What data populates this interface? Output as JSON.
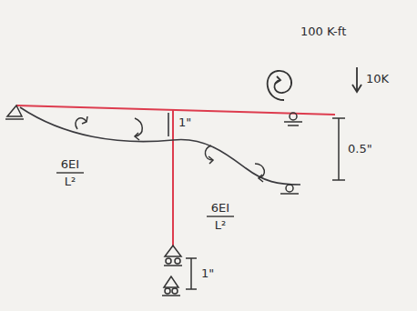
{
  "diagram": {
    "labels": [
      "100 K-ft",
      "10K",
      "1\"",
      "6EI",
      "L²",
      "6EI",
      "L²",
      "0.5\"",
      "1\""
    ]
  }
}
